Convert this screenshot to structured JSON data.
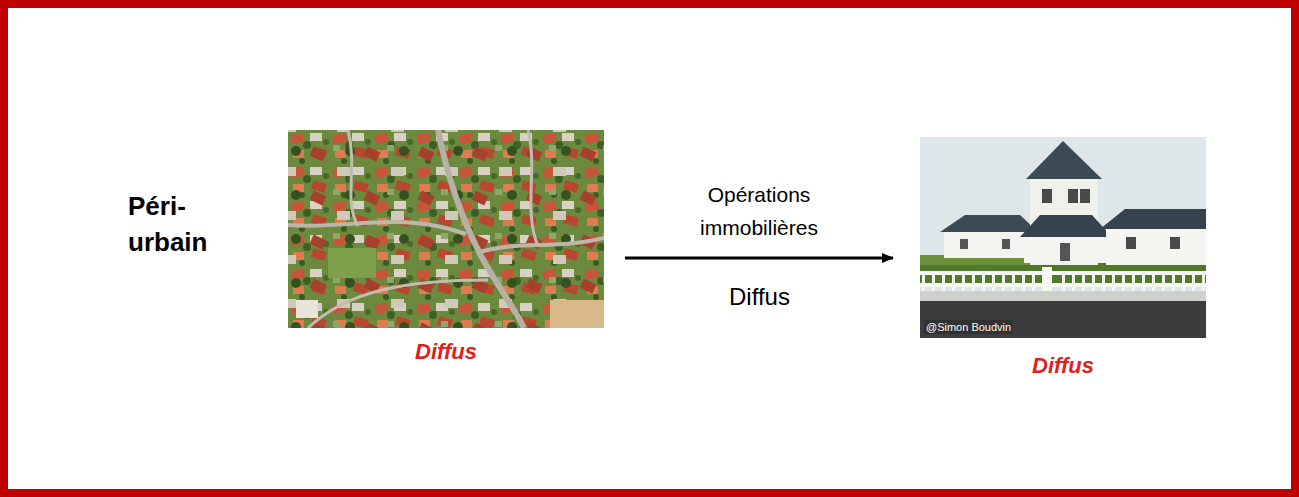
{
  "diagram": {
    "nodes": [
      {
        "text": [
          "Diffus"
        ]
      },
      {
        "text": [
          "@Simon Boudvin",
          "Diffus"
        ]
      }
    ],
    "edges": [
      {
        "from": 0,
        "to": 1,
        "arrow": "to",
        "label": "Opérations immobilières"
      }
    ],
    "labels": [
      "Péri- urbain",
      "Diffus"
    ]
  }
}
